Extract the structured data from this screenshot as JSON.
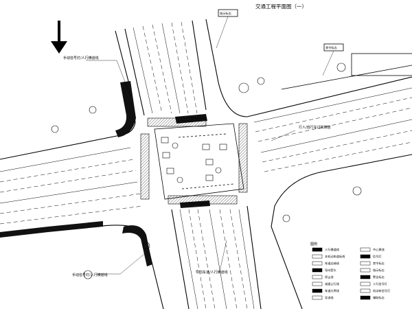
{
  "drawing": {
    "title": "交通工程平面图（一）"
  },
  "callouts": {
    "top_left_label": "手动信号灯/人行横道线",
    "top_box_1": "指示标志",
    "top_box_2": "禁令标志",
    "right_mid_label": "行人/自行车过街横道",
    "bottom_left_label": "手动信号灯/人行横道线",
    "bottom_center_label": "导向车道/人行横道线"
  },
  "legend": {
    "heading": "图例",
    "items": [
      {
        "label": "人行横道线"
      },
      {
        "label": "非机动车道标线"
      },
      {
        "label": "车道边缘线"
      },
      {
        "label": "导向箭头"
      },
      {
        "label": "停止线"
      },
      {
        "label": "减速让行线"
      },
      {
        "label": "车道分界线"
      },
      {
        "label": "导流线"
      },
      {
        "label": "中心黄线"
      },
      {
        "label": "信号灯"
      },
      {
        "label": "禁令标志"
      },
      {
        "label": "指示标志"
      },
      {
        "label": "警告标志"
      },
      {
        "label": "人行信号灯"
      },
      {
        "label": "机动车信号灯"
      },
      {
        "label": "辅助标志"
      }
    ]
  },
  "colors": {
    "ink": "#000000",
    "paper": "#ffffff",
    "fill": "#111111"
  }
}
